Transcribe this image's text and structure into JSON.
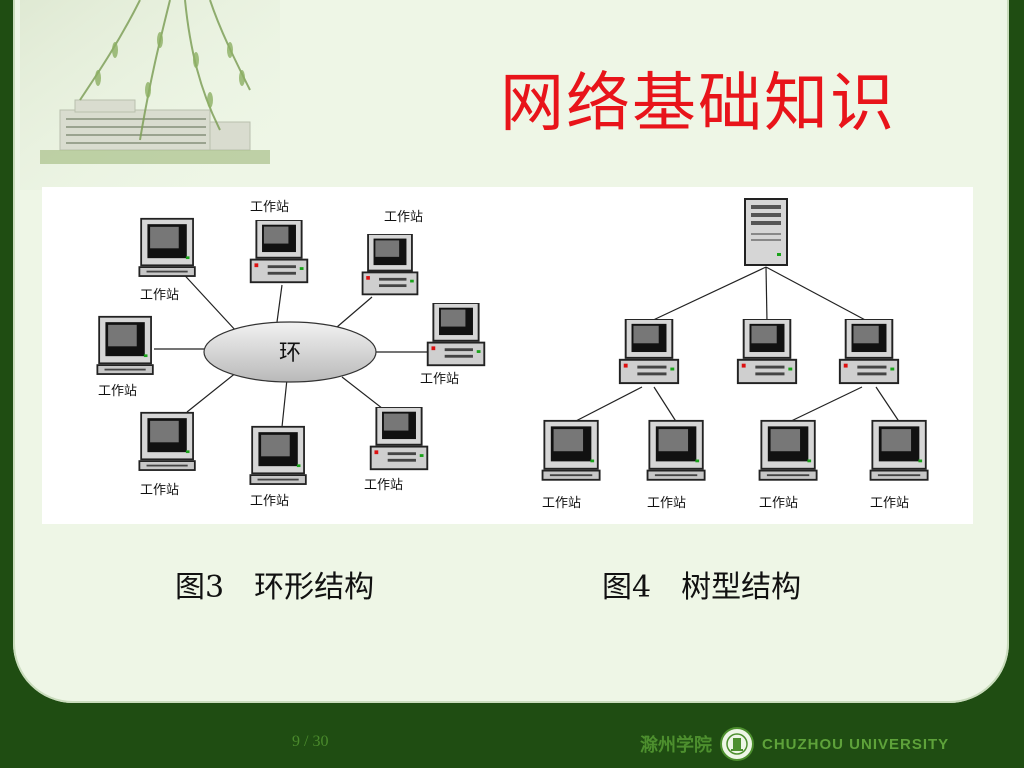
{
  "slide": {
    "title": "网络基础知识",
    "page_indicator": "9 / 30"
  },
  "figures": {
    "ring": {
      "caption": "图3　环形结构",
      "hub_label": "环",
      "node_label": "工作站"
    },
    "tree": {
      "caption": "图4　树型结构",
      "node_label": "工作站"
    }
  },
  "footer": {
    "school_cn": "滁州学院",
    "school_en": "CHUZHOU UNIVERSITY"
  },
  "colors": {
    "title": "#e8141a",
    "frame_green": "#1f4d12",
    "card_bg": "#eef6e6",
    "brand_green": "#4d8f2e"
  }
}
